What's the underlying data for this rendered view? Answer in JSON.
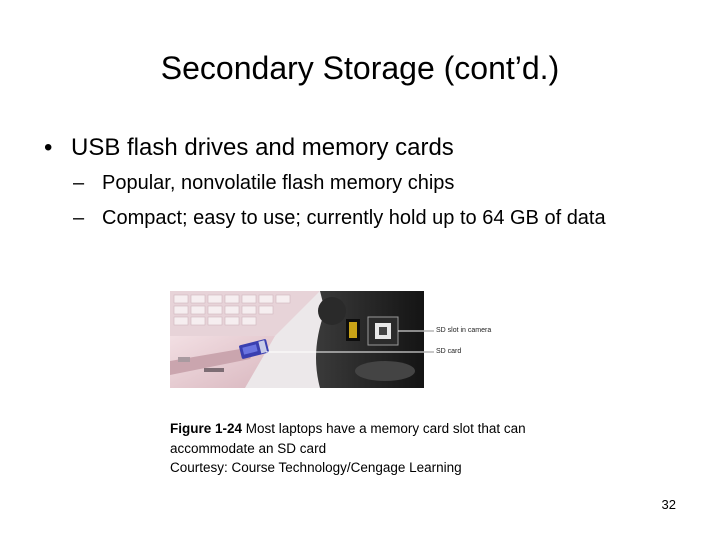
{
  "slide": {
    "title": "Secondary Storage (cont’d.)",
    "bullet": {
      "marker": "•",
      "text": "USB flash drives and memory cards",
      "subitems": [
        {
          "marker": "–",
          "text": "Popular, nonvolatile flash memory chips"
        },
        {
          "marker": "–",
          "text": "Compact; easy to use; currently hold up to 64 GB of data"
        }
      ]
    },
    "figure": {
      "callouts": [
        "SD slot in camera",
        "SD card"
      ],
      "label": "Figure 1-24",
      "caption": " Most laptops have a memory card slot that can accommodate an SD card",
      "credit": "Courtesy: Course Technology/Cengage Learning"
    },
    "page_number": "32"
  }
}
